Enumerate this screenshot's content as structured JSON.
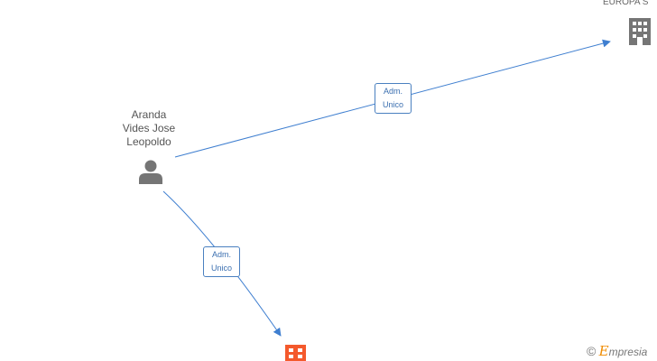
{
  "nodes": {
    "person": {
      "name_line1": "Aranda",
      "name_line2": "Vides Jose",
      "name_line3": "Leopoldo",
      "icon": "person-icon",
      "color": "#757575"
    },
    "company_top": {
      "label": "EUROPA S",
      "icon": "building-icon",
      "color": "#757575"
    },
    "company_bottom": {
      "icon": "building-icon",
      "color": "#f4592c"
    }
  },
  "edges": [
    {
      "from": "person",
      "to": "company_top",
      "label_line1": "Adm.",
      "label_line2": "Unico"
    },
    {
      "from": "person",
      "to": "company_bottom",
      "label_line1": "Adm.",
      "label_line2": "Unico"
    }
  ],
  "colors": {
    "edge": "#3f7fd0"
  },
  "watermark": {
    "copyright": "©",
    "brand_initial": "E",
    "brand_rest": "mpresia"
  }
}
